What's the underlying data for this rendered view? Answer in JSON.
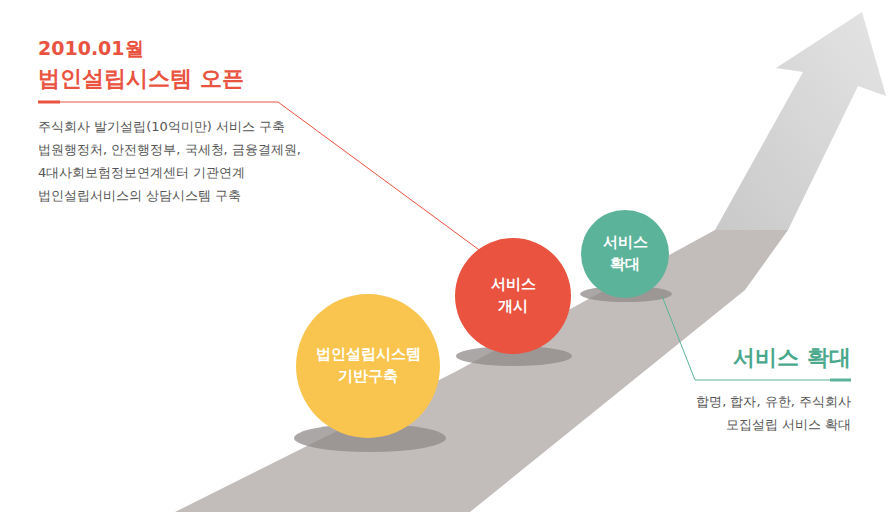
{
  "diagram": {
    "nodes": [
      {
        "text": [
          "법인설립시스템 기반구축"
        ]
      },
      {
        "text": [
          "서비스 개시"
        ]
      },
      {
        "text": [
          "서비스 확대"
        ]
      }
    ],
    "labels": [
      "2010.01월",
      "법인설립시스템 오픈",
      "주식회사 발기설립(10억미만) 서비스 구축",
      "법원행정처, 안전행정부, 국세청, 금융결제원,",
      "4대사회보험정보연계센터 기관연계",
      "법인설립서비스의 상담시스템 구축",
      "서비스 확대",
      "합명, 합자, 유한, 주식회사",
      "모집설립 서비스 확대"
    ]
  }
}
